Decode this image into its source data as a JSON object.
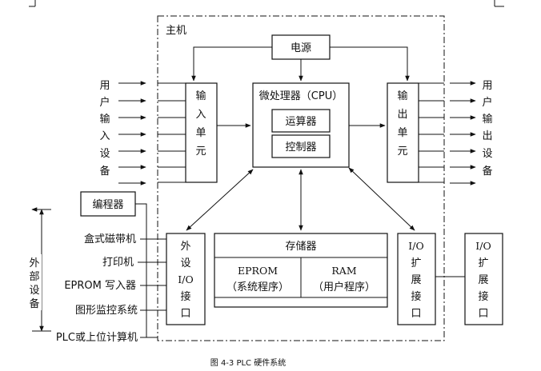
{
  "main_label": "主机",
  "power": "电源",
  "cpu": {
    "title": "微处理器（CPU）",
    "alu": "运算器",
    "controller": "控制器"
  },
  "input_unit": [
    "输",
    "入",
    "单",
    "元"
  ],
  "output_unit": [
    "输",
    "出",
    "单",
    "元"
  ],
  "user_input_devices": [
    "用",
    "户",
    "输",
    "入",
    "设",
    "备"
  ],
  "user_output_devices": [
    "用",
    "户",
    "输",
    "出",
    "设",
    "备"
  ],
  "peripheral_interface": [
    "外",
    "设",
    "I/O",
    "接",
    "口"
  ],
  "io_expansion_interface": [
    "I/O",
    "扩",
    "展",
    "接",
    "口"
  ],
  "io_expansion_external": [
    "I/O",
    "扩",
    "展",
    "接",
    "口"
  ],
  "memory": {
    "title": "存储器",
    "eprom": "EPROM",
    "eprom_sub": "（系统程序）",
    "ram": "RAM",
    "ram_sub": "（用户程序）"
  },
  "programmer": "编程器",
  "external_devices_label": [
    "外",
    "部",
    "设",
    "备"
  ],
  "external_devices": [
    "盒式磁带机",
    "打印机",
    "EPROM 写入器",
    "图形监控系统",
    "PLC或上位计算机"
  ],
  "caption": "图 4-3  PLC 硬件系统"
}
